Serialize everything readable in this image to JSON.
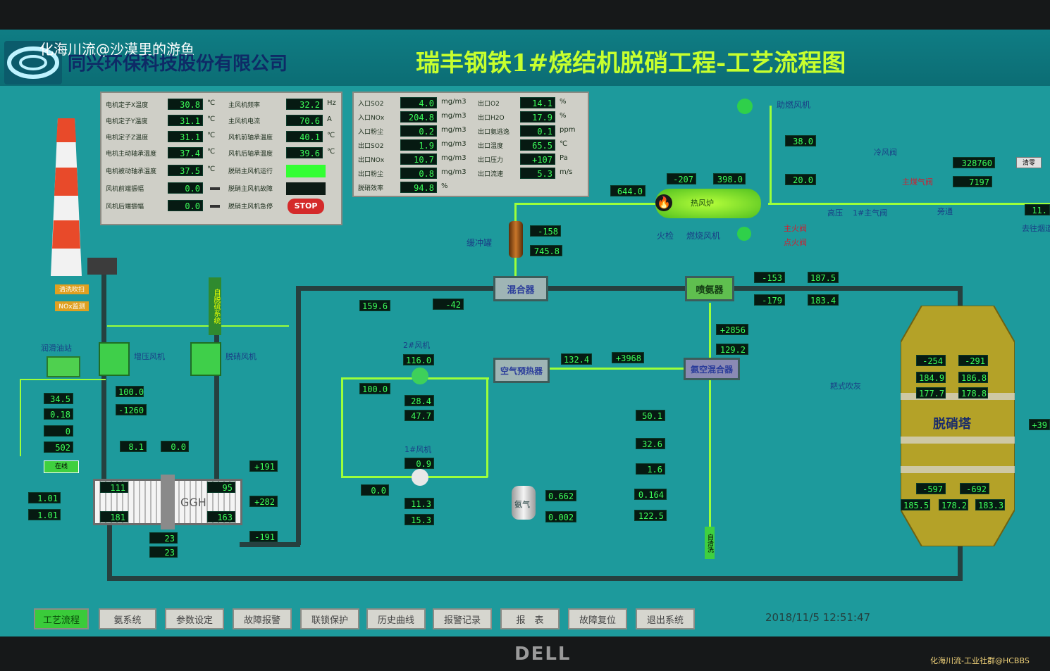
{
  "watermark_top": "化海川流@沙漠里的游鱼",
  "watermark_bottom": "化海川流-工业社群@HCBBS",
  "company": "同兴环保科技股份有限公司",
  "title": "瑞丰钢铁1#烧结机脱硝工程-工艺流程图",
  "monitor_brand": "DELL",
  "left_panel": {
    "rows": [
      {
        "label": "电机定子X温度",
        "value": "30.8",
        "unit": "℃",
        "label2": "主风机频率",
        "value2": "32.2",
        "unit2": "Hz"
      },
      {
        "label": "电机定子Y温度",
        "value": "31.1",
        "unit": "℃",
        "label2": "主风机电流",
        "value2": "70.6",
        "unit2": "A"
      },
      {
        "label": "电机定子Z温度",
        "value": "31.1",
        "unit": "℃",
        "label2": "风机前轴承温度",
        "value2": "40.1",
        "unit2": "℃"
      },
      {
        "label": "电机主动轴承温度",
        "value": "37.4",
        "unit": "℃",
        "label2": "风机后轴承温度",
        "value2": "39.6",
        "unit2": "℃"
      },
      {
        "label": "电机被动轴承温度",
        "value": "37.5",
        "unit": "℃",
        "label2": "脱硝主风机运行"
      },
      {
        "label": "风机前端振幅",
        "value": "0.0",
        "label2": "脱硝主风机故障"
      },
      {
        "label": "风机后端振幅",
        "value": "0.0",
        "label2": "脱硝主风机急停"
      }
    ],
    "stop_label": "STOP"
  },
  "mid_panel": {
    "rows": [
      {
        "label": "入口SO2",
        "value": "4.0",
        "unit": "mg/m3",
        "label2": "出口O2",
        "value2": "14.1",
        "unit2": "%"
      },
      {
        "label": "入口NOx",
        "value": "204.8",
        "unit": "mg/m3",
        "label2": "出口H2O",
        "value2": "17.9",
        "unit2": "%"
      },
      {
        "label": "入口粉尘",
        "value": "0.2",
        "unit": "mg/m3",
        "label2": "出口氨逃逸",
        "value2": "0.1",
        "unit2": "ppm"
      },
      {
        "label": "出口SO2",
        "value": "1.9",
        "unit": "mg/m3",
        "label2": "出口温度",
        "value2": "65.5",
        "unit2": "℃"
      },
      {
        "label": "出口NOx",
        "value": "10.7",
        "unit": "mg/m3",
        "label2": "出口压力",
        "value2": "+107",
        "unit2": "Pa"
      },
      {
        "label": "出口粉尘",
        "value": "0.8",
        "unit": "mg/m3",
        "label2": "出口流速",
        "value2": "5.3",
        "unit2": "m/s"
      },
      {
        "label": "脱硝效率",
        "value": "94.8",
        "unit": "%"
      }
    ]
  },
  "labels": {
    "dilution_fan": "助燃风机",
    "hot_stove": "热风炉",
    "fire_gun": "火检",
    "combustion_fan": "燃烧风机",
    "main_fire": "主火阀",
    "ignite": "点火阀",
    "buffer_tank": "缓冲罐",
    "mixer": "混合器",
    "ammonia_injector": "喷氨器",
    "air_preheater": "空气预热器",
    "ammonia_air_mixer": "氨空混合器",
    "denox_tower": "脱硝塔",
    "fan_2": "2#风机",
    "fan_1": "1#风机",
    "ggh": "GGH",
    "lube": "润滑油站",
    "booster_fan": "增压风机",
    "fan_bearing": "脱硝风机",
    "auto_deash": "自脱硫系统",
    "gas_mixer": "氨气",
    "valve_hi": "高压",
    "main_gas": "1#主气阀",
    "left_tag1": "清洗吹扫",
    "left_tag2": "NOx监测",
    "soot": "耙式吹灰",
    "fuel_gas": "主煤气阀",
    "self_clean": "自清洗",
    "pipe_pass": "旁通",
    "go_right": "去往烟道",
    "cold_air": "冷风阀",
    "switch": "在线",
    "lube_label": "润滑油站"
  },
  "values": {
    "v_38_0": "38.0",
    "v_20_0": "20.0",
    "v_328760": "328760",
    "v_7197": "7197",
    "v_11": "11.",
    "v_644": "644.0",
    "v_m207": "-207",
    "v_398": "398.0",
    "v_m158": "-158",
    "v_745": "745.8",
    "v_159": "159.6",
    "v_m42": "-42",
    "v_m153": "-153",
    "v_187": "187.5",
    "v_m179": "-179",
    "v_183": "183.4",
    "v_2856": "+2856",
    "v_129": "129.2",
    "v_116": "116.0",
    "v_100": "100.0",
    "v_28": "28.4",
    "v_47": "47.7",
    "v_132": "132.4",
    "v_3968": "+3968",
    "v_0_9": "0.9",
    "v_0_0b": "0.0",
    "v_11_3": "11.3",
    "v_15_3": "15.3",
    "v_0_662": "0.662",
    "v_0_002": "0.002",
    "v_50": "50.1",
    "v_32": "32.6",
    "v_1_6": "1.6",
    "v_0_164": "0.164",
    "v_122": "122.5",
    "v_m254": "-254",
    "v_m291": "-291",
    "v_184": "184.9",
    "v_186": "186.8",
    "v_177": "177.7",
    "v_178": "178.8",
    "v_m597": "-597",
    "v_m692": "-692",
    "v_185": "185.5",
    "v_178b": "178.2",
    "v_183b": "183.3",
    "v_39": "+39",
    "v_34": "34.5",
    "v_0_18": "0.18",
    "v_0": "0",
    "v_502": "502",
    "v_1_01a": "1.01",
    "v_1_01b": "1.01",
    "v_100b": "100.0",
    "v_m1260": "-1260",
    "v_8_1": "8.1",
    "v_0_0": "0.0",
    "v_191": "+191",
    "v_282": "+282",
    "v_m191": "-191",
    "v_111": "111",
    "v_95": "95",
    "v_181": "181",
    "v_163": "163",
    "v_23a": "23",
    "v_23b": "23",
    "btn_right": "清零"
  },
  "nav": [
    "工艺流程",
    "氨系统",
    "参数设定",
    "故障报警",
    "联锁保护",
    "历史曲线",
    "报警记录",
    "报　表",
    "故障复位",
    "退出系统"
  ],
  "datetime": "2018/11/5 12:51:47",
  "colors": {
    "screen": "#1d9a9c",
    "value_text": "#3cff5a",
    "tower": "#b4a228",
    "active": "#3acb3a"
  }
}
